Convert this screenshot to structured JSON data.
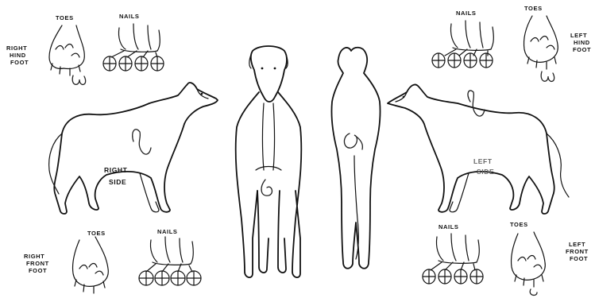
{
  "labels": {
    "right_hind_toes": "TOES",
    "right_hind_nails": "NAILS",
    "right_hind_foot": [
      "RIGHT",
      "HIND",
      "FOOT"
    ],
    "right_side": [
      "RIGHT",
      "SIDE"
    ],
    "right_front_toes": "TOES",
    "right_front_nails": "NAILS",
    "right_front_foot": [
      "RIGHT",
      "FRONT",
      "FOOT"
    ],
    "left_hind_nails": "NAILS",
    "left_hind_toes": "TOES",
    "left_hind_foot": [
      "LEFT",
      "HIND",
      "FOOT"
    ],
    "left_side": [
      "LEFT",
      "SIDE"
    ],
    "left_front_nails": "NAILS",
    "left_front_toes": "TOES",
    "left_front_foot": [
      "LEFT",
      "FRONT",
      "FOOT"
    ]
  },
  "colors": {
    "ink": "#111111",
    "background": "#ffffff"
  }
}
